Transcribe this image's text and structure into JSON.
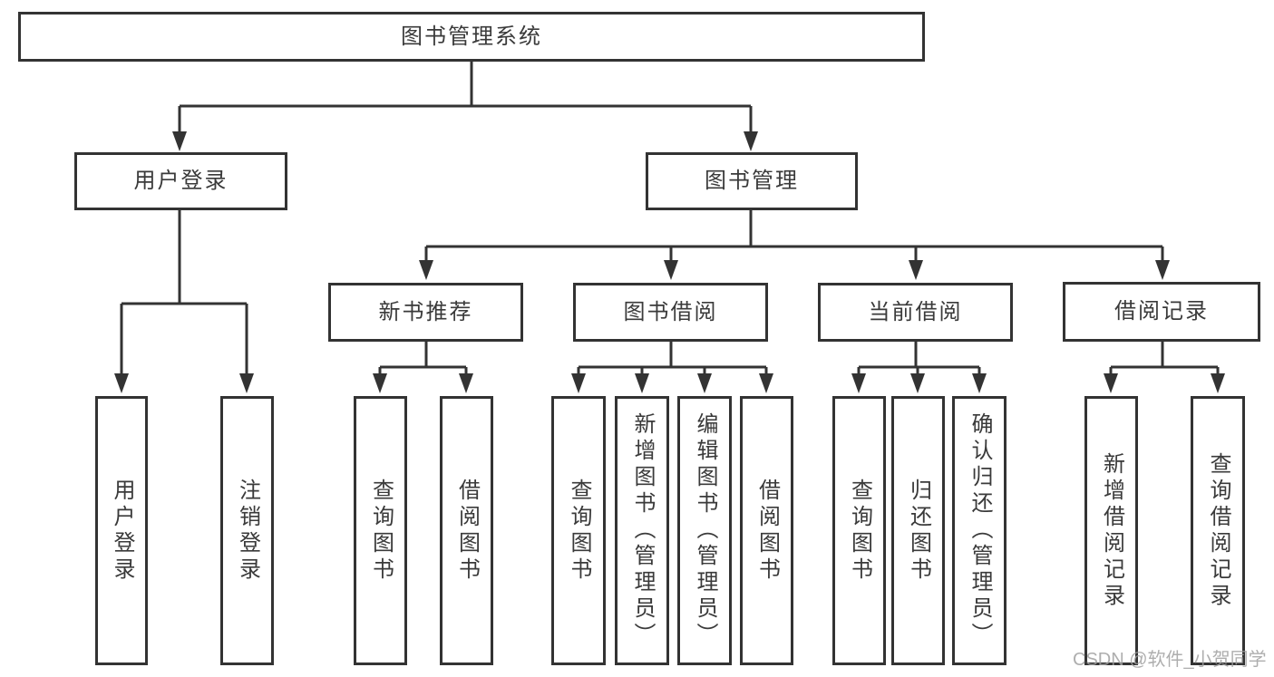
{
  "tree": {
    "root": "图书管理系统",
    "branches": [
      {
        "label": "用户登录",
        "leaves": [
          "用户登录",
          "注销登录"
        ]
      },
      {
        "label": "图书管理",
        "sections": [
          {
            "label": "新书推荐",
            "leaves": [
              "查询图书",
              "借阅图书"
            ]
          },
          {
            "label": "图书借阅",
            "leaves": [
              "查询图书",
              "新增图书（管理员）",
              "编辑图书（管理员）",
              "借阅图书"
            ]
          },
          {
            "label": "当前借阅",
            "leaves": [
              "查询图书",
              "归还图书",
              "确认归还（管理员）"
            ]
          },
          {
            "label": "借阅记录",
            "leaves": [
              "新增借阅记录",
              "查询借阅记录"
            ]
          }
        ]
      }
    ]
  },
  "watermark": {
    "text": "CSDN @软件_小贺同学"
  },
  "colors": {
    "line": "#333333",
    "text": "#3a3a3a",
    "watermark": "#a0a0a0"
  }
}
